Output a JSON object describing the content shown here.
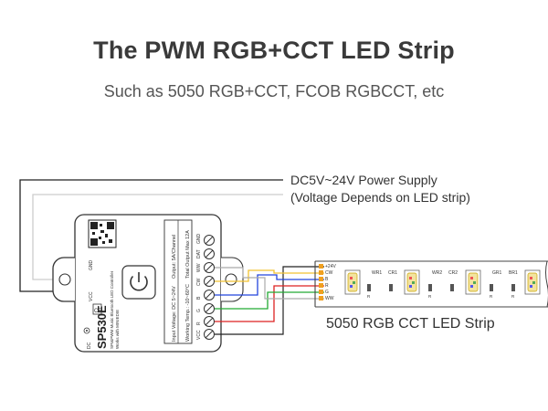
{
  "header": {
    "title": "The PWM RGB+CCT LED Strip",
    "subtitle": "Such as 5050 RGB+CCT, FCOB RGBCCT, etc"
  },
  "power_supply": {
    "line1": "DC5V~24V Power Supply",
    "line2": "(Voltage Depends on LED strip)"
  },
  "controller": {
    "model": "SP530E",
    "desc1": "SPI&PWM Music Bluetooth LED Controller",
    "desc2": "Works with MINIEDIE",
    "spec1": "Input Voltage: DC 5~24V",
    "spec2": "Working Temp.: -10~60°C",
    "spec3": "Output: 5A/Channel",
    "spec4": "Total Output Max 12A",
    "terminals": [
      "GND",
      "DAT",
      "WW",
      "CW",
      "B",
      "G",
      "R",
      "VCC"
    ],
    "left_pins": [
      "GND",
      "VCC"
    ],
    "dc_label": "DC"
  },
  "strip": {
    "label": "5050 RGB CCT LED Strip",
    "pins": [
      "+24V",
      "CW",
      "B",
      "R",
      "G",
      "WW"
    ],
    "cut_labels": [
      "WR1",
      "CR1",
      "WR2",
      "CR2",
      "GR1",
      "BR1"
    ],
    "resistor_labels": [
      "R",
      "R",
      "R",
      "R"
    ]
  },
  "wire_colors": {
    "vcc": "#222222",
    "cw": "#ffcc44",
    "b": "#2244dd",
    "r": "#dd2222",
    "g": "#22aa33",
    "ww": "#999999",
    "gnd": "#cccccc"
  }
}
